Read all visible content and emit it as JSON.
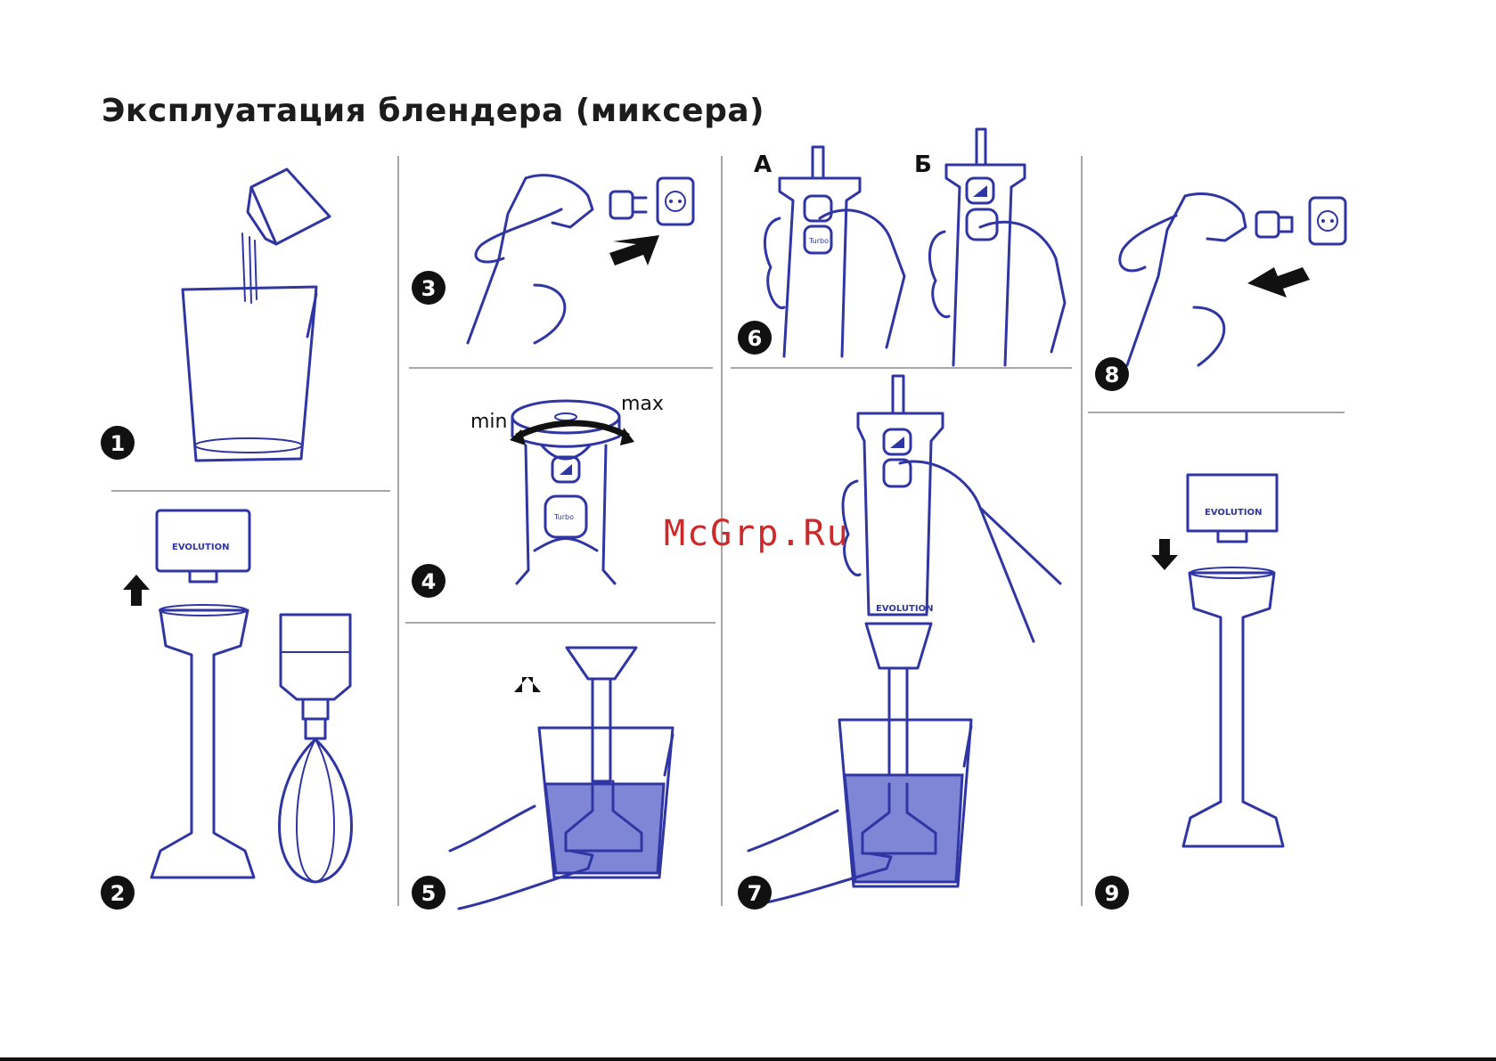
{
  "title": "Эксплуатация блендера (миксера)",
  "steps": [
    "1",
    "2",
    "3",
    "4",
    "5",
    "6",
    "7",
    "8",
    "9"
  ],
  "brand": "EVOLUTION",
  "speed": {
    "min": "min",
    "max": "max",
    "turbo": "Turbo"
  },
  "variants": {
    "a": "А",
    "b": "Б"
  },
  "watermark": "McGrp.Ru",
  "colors": {
    "line": "#2f36a3",
    "liquid": "#7f86d6",
    "badge": "#111111",
    "watermark": "#cc2a2a"
  }
}
